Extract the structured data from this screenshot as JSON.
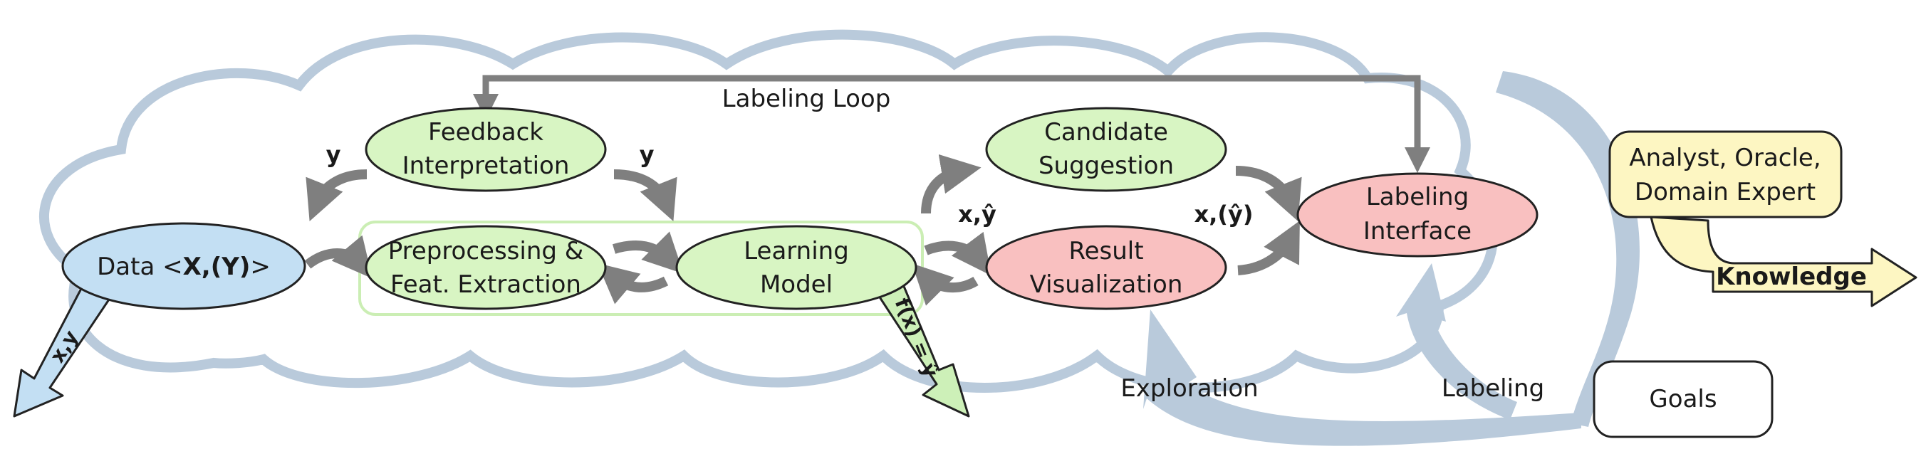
{
  "colors": {
    "cloud": "#b9cadb",
    "arrow": "#7f7f7f",
    "green_fill": "#d8f5c3",
    "blue_fill": "#c3dff3",
    "red_fill": "#f9c0c0",
    "yellow_fill": "#fdf6c2",
    "box_border": "#222222"
  },
  "nodes": {
    "data_prefix": "Data <",
    "data_xy": "X,(Y)",
    "data_suffix": ">",
    "feedback_line1": "Feedback",
    "feedback_line2": "Interpretation",
    "preprocessing_line1": "Preprocessing &",
    "preprocessing_line2": "Feat. Extraction",
    "learning_line1": "Learning",
    "learning_line2": "Model",
    "candidate_line1": "Candidate",
    "candidate_line2": "Suggestion",
    "result_line1": "Result",
    "result_line2": "Visualization",
    "labeling_line1": "Labeling",
    "labeling_line2": "Interface",
    "analyst_line1": "Analyst, Oracle,",
    "analyst_line2": "Domain Expert",
    "goals": "Goals"
  },
  "labels": {
    "labeling_loop": "Labeling Loop",
    "y_left": "y",
    "y_right": "y",
    "x_yhat": "x,ŷ",
    "x_yhat_paren": "x,(ŷ)",
    "exploration": "Exploration",
    "labeling": "Labeling",
    "knowledge": "Knowledge",
    "xy_output": "x,y",
    "fx_output": "f(x) = ŷ"
  }
}
